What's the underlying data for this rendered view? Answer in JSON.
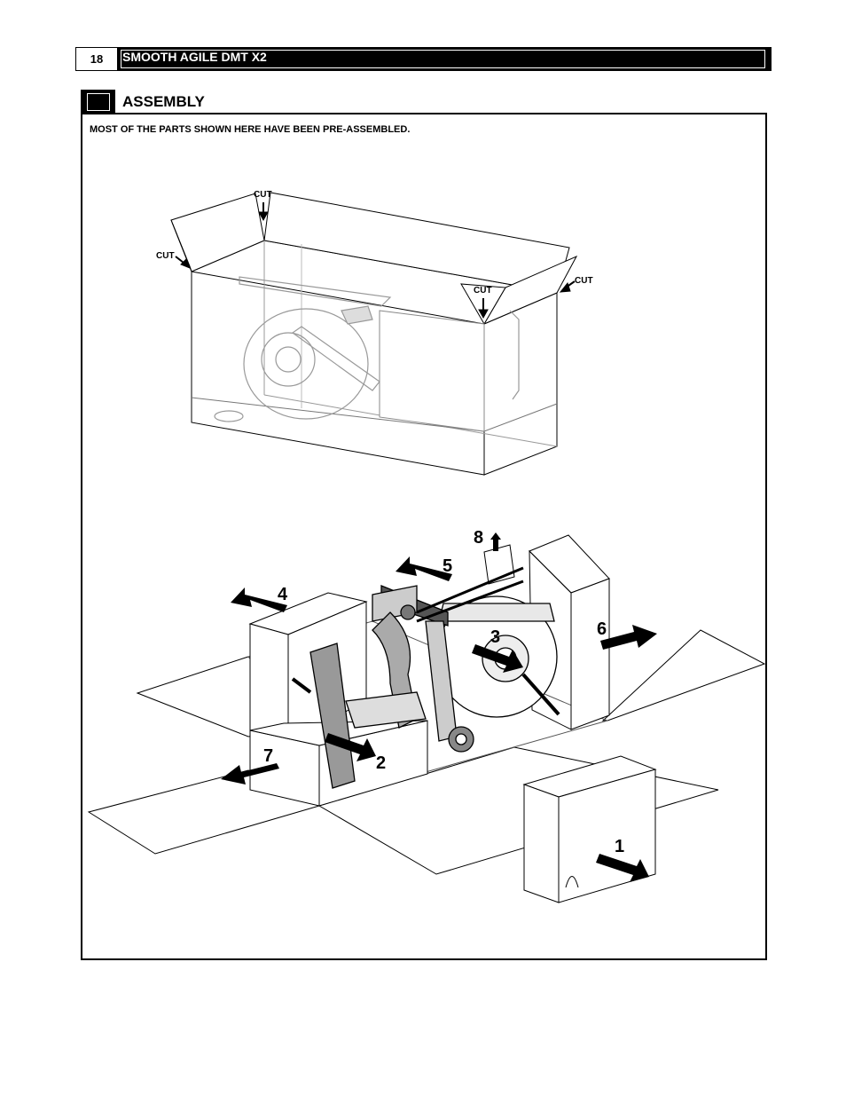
{
  "header": {
    "page_number": "18",
    "product_title": "SMOOTH AGILE DMT X2"
  },
  "section": {
    "title": "ASSEMBLY"
  },
  "instructions": {
    "note": "MOST OF THE PARTS SHOWN HERE HAVE BEEN PRE-ASSEMBLED."
  },
  "figure_box": {
    "cut_labels": [
      "CUT",
      "CUT",
      "CUT",
      "CUT"
    ]
  },
  "figure_unpack": {
    "step_numbers": [
      "1",
      "2",
      "3",
      "4",
      "5",
      "6",
      "7",
      "8"
    ]
  }
}
